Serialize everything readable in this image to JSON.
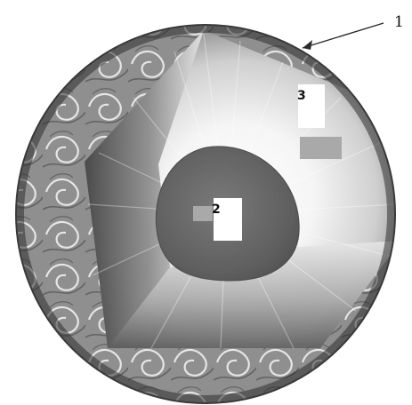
{
  "diagram": {
    "labels": {
      "callout": "1",
      "core": "2",
      "mantle": "3"
    },
    "colors": {
      "background": "#ffffff",
      "line": "#2a2a2a",
      "crust_dark": "#4a4a4a",
      "crust_mid": "#8a8a8a",
      "mantle_light": "#f4f4f4",
      "mantle_mid": "#bdbdbd",
      "mantle_dark": "#6e6e6e",
      "core": "#5f5f5f",
      "label_box": "#ffffff",
      "gray_tag": "#a9a9a9"
    }
  }
}
